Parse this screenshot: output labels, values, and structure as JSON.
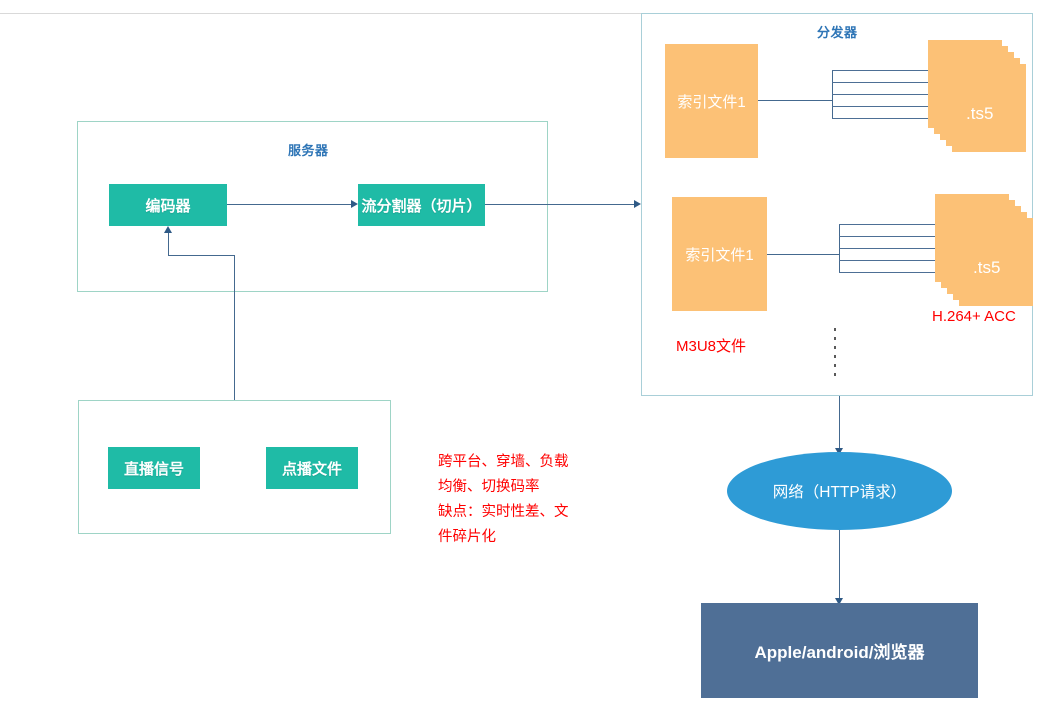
{
  "diagram": {
    "title_server": "服务器",
    "title_distributor": "分发器",
    "server_nodes": {
      "encoder": "编码器",
      "splitter": "流分割器（切片）"
    },
    "source_nodes": {
      "live": "直播信号",
      "vod": "点播文件"
    },
    "distributor": {
      "index_file_1": "索引文件1",
      "index_file_2": "索引文件1",
      "ts_label_1": ".ts5",
      "ts_label_2": ".ts5",
      "m3u8_label": "M3U8文件",
      "codec_label": "H.264+ ACC",
      "ellipsis": "⋮"
    },
    "network": "网络（HTTP请求）",
    "client": "Apple/android/浏览器",
    "notes": {
      "advantages": "跨平台、穿墙、负载\n均衡、切换码率",
      "disadvantages": "缺点：实时性差、文\n件碎片化"
    },
    "colors": {
      "green_node": "#1fbba6",
      "orange_node": "#fcc176",
      "blue_ellipse": "#2e9bd6",
      "client_rect": "#4f6f96",
      "title_blue": "#2e75b6",
      "annotation_red": "#ff0000",
      "connector": "#44698f",
      "container_blue_border": "#a9cfd8",
      "container_green_border": "#9ed4c6"
    }
  }
}
